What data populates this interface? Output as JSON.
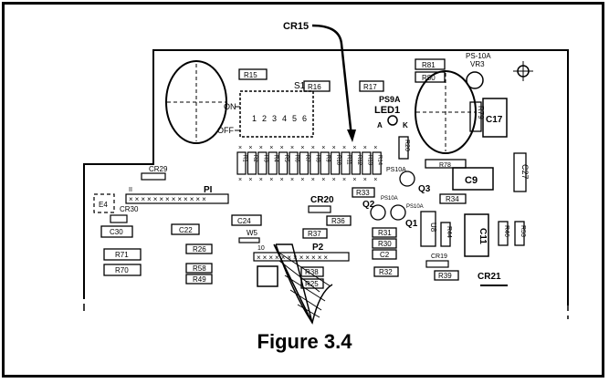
{
  "caption": "Figure 3.4",
  "callout": "CR15",
  "switch": {
    "ref": "S1",
    "on_label": "ON",
    "off_label": "OFF",
    "positions": [
      "1",
      "2",
      "3",
      "4",
      "5",
      "6"
    ]
  },
  "dip_resistor_labels": [
    "R1",
    "R2",
    "R3",
    "R4",
    "R5",
    "R6",
    "R7",
    "R8",
    "R9",
    "R10",
    "R11",
    "R12",
    "R13",
    "R14"
  ],
  "labels": {
    "R15": "R15",
    "R16": "R16",
    "R17": "R17",
    "R81": "R81",
    "R80": "R80",
    "VR3_name": "PS-10A",
    "VR3": "VR3",
    "LED_name": "PS9A",
    "LED1": "LED1",
    "A": "A",
    "K": "K",
    "R79": "R79",
    "C17": "C17",
    "R20": "R20",
    "R78": "R78",
    "C9": "C9",
    "C27": "C27",
    "PS10A_q3": "PS10A",
    "Q3": "Q3",
    "R33": "R33",
    "R34": "R34",
    "CR29": "CR29",
    "E4": "E4",
    "CR30": "CR30",
    "P1": "PI",
    "P1_pin": "II",
    "C30": "C30",
    "C22": "C22",
    "C24": "C24",
    "CR20": "CR20",
    "Q2": "Q2",
    "PS10A_q2": "PS10A",
    "PS10A_q1": "PS10A",
    "Q1": "Q1",
    "R36": "R36",
    "W5": "W5",
    "R37": "R37",
    "P2": "P2",
    "P2_pin": "10",
    "R31": "R31",
    "R30": "R30",
    "C2": "C2",
    "U8": "U8",
    "R44": "R44",
    "C11": "C11",
    "R46": "R46",
    "R53": "R53",
    "CR19": "CR19",
    "CR21": "CR21",
    "R71": "R71",
    "R70": "R70",
    "R26": "R26",
    "R58": "R58",
    "R49": "R49",
    "R38": "R38",
    "R25": "R25",
    "R32": "R32",
    "R39": "R39"
  }
}
